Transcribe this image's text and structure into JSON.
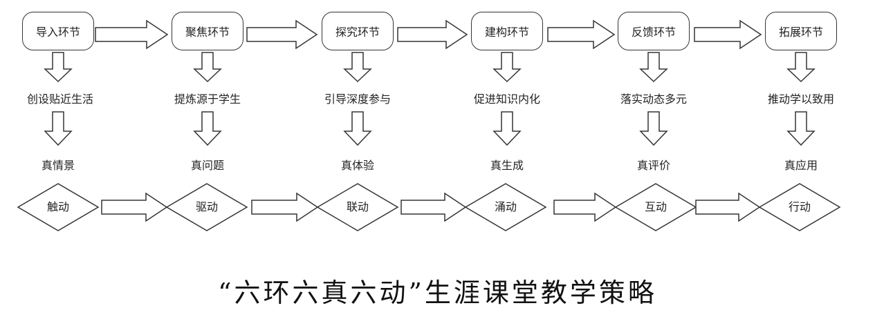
{
  "phases": [
    "导入环节",
    "聚焦环节",
    "探究环节",
    "建构环节",
    "反馈环节",
    "拓展环节"
  ],
  "goals": [
    "创设贴近生活",
    "提炼源于学生",
    "引导深度参与",
    "促进知识内化",
    "落实动态多元",
    "推动学以致用"
  ],
  "truths": [
    "真情景",
    "真问题",
    "真体验",
    "真生成",
    "真评价",
    "真应用"
  ],
  "actions": [
    "触动",
    "驱动",
    "联动",
    "涌动",
    "互动",
    "行动"
  ],
  "title": "“六环六真六动”生涯课堂教学策略",
  "colors": {
    "line": "#333333",
    "text": "#222222",
    "background": "#ffffff"
  }
}
